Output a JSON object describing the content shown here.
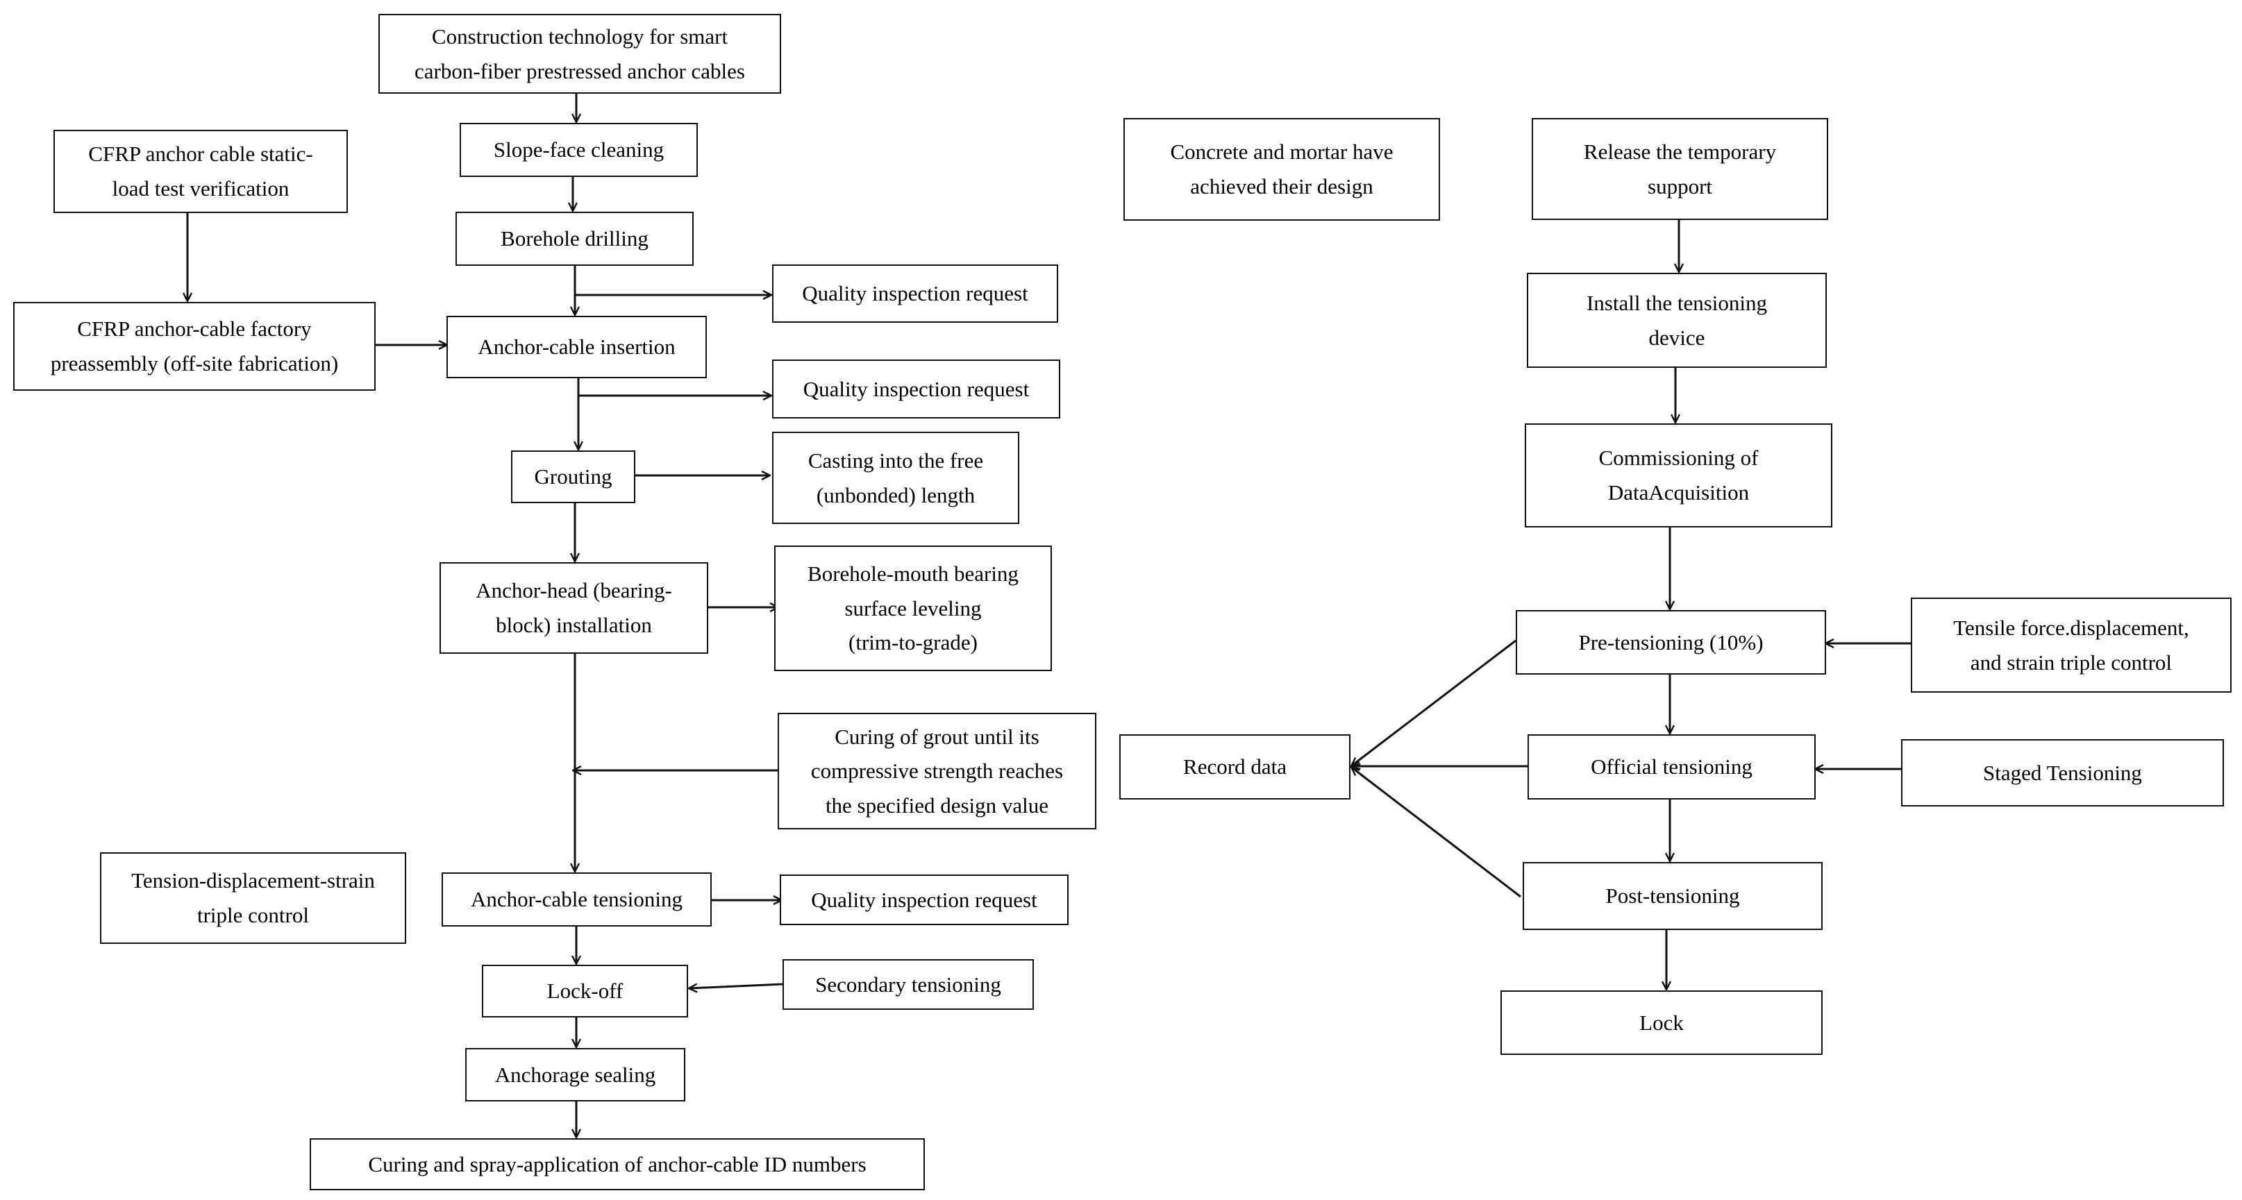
{
  "nodes": {
    "title": [
      "Construction technology for smart",
      "carbon-fiber prestressed anchor cables"
    ],
    "slope_cleaning": [
      "Slope-face cleaning"
    ],
    "borehole_drilling": [
      "Borehole drilling"
    ],
    "static_load_test": [
      "CFRP anchor cable static-",
      "load test verification"
    ],
    "factory_preassembly": [
      "CFRP anchor-cable factory",
      "preassembly (off-site fabrication)"
    ],
    "anchor_insertion": [
      "Anchor-cable insertion"
    ],
    "qi_request_1": [
      "Quality inspection request"
    ],
    "qi_request_2": [
      "Quality inspection request"
    ],
    "grouting": [
      "Grouting"
    ],
    "casting_free_length": [
      "Casting into the free",
      "(unbonded) length"
    ],
    "anchor_head_install": [
      "Anchor-head (bearing-",
      "block) installation"
    ],
    "borehole_mouth_leveling": [
      "Borehole-mouth bearing",
      "surface leveling",
      "(trim-to-grade)"
    ],
    "curing_grout": [
      "Curing of grout until its",
      "compressive strength reaches",
      "the specified design value"
    ],
    "triple_control_left": [
      "Tension-displacement-strain",
      "triple control"
    ],
    "anchor_tensioning": [
      "Anchor-cable tensioning"
    ],
    "qi_request_3": [
      "Quality inspection request"
    ],
    "lock_off": [
      "Lock-off"
    ],
    "secondary_tensioning": [
      "Secondary tensioning"
    ],
    "anchorage_sealing": [
      "Anchorage sealing"
    ],
    "curing_spray_id": [
      "Curing and spray-application of anchor-cable ID numbers"
    ],
    "concrete_mortar": [
      "Concrete and mortar have",
      "achieved their design"
    ],
    "release_support": [
      "Release the temporary",
      "support"
    ],
    "install_device": [
      "Install the tensioning",
      "device"
    ],
    "commissioning": [
      "Commissioning of",
      "DataAcquisition"
    ],
    "pre_tensioning": [
      "Pre-tensioning (10%)"
    ],
    "triple_control_right": [
      "Tensile force.displacement,",
      "and strain triple control"
    ],
    "record_data": [
      "Record data"
    ],
    "official_tensioning": [
      "Official tensioning"
    ],
    "staged_tensioning": [
      "Staged Tensioning"
    ],
    "post_tensioning": [
      "Post-tensioning"
    ],
    "lock": [
      "Lock"
    ]
  },
  "edges": [
    {
      "from": "title",
      "to": "slope_cleaning"
    },
    {
      "from": "slope_cleaning",
      "to": "borehole_drilling"
    },
    {
      "from": "borehole_drilling",
      "to": "anchor_insertion"
    },
    {
      "from": "borehole_drilling",
      "to": "qi_request_1"
    },
    {
      "from": "static_load_test",
      "to": "factory_preassembly"
    },
    {
      "from": "factory_preassembly",
      "to": "anchor_insertion"
    },
    {
      "from": "anchor_insertion",
      "to": "grouting"
    },
    {
      "from": "anchor_insertion",
      "to": "qi_request_2"
    },
    {
      "from": "grouting",
      "to": "casting_free_length"
    },
    {
      "from": "grouting",
      "to": "anchor_head_install"
    },
    {
      "from": "anchor_head_install",
      "to": "borehole_mouth_leveling"
    },
    {
      "from": "anchor_head_install",
      "to": "anchor_tensioning"
    },
    {
      "from": "curing_grout",
      "to": "anchor_head_install_tensioning_line"
    },
    {
      "from": "anchor_tensioning",
      "to": "qi_request_3"
    },
    {
      "from": "anchor_tensioning",
      "to": "lock_off"
    },
    {
      "from": "secondary_tensioning",
      "to": "lock_off"
    },
    {
      "from": "lock_off",
      "to": "anchorage_sealing"
    },
    {
      "from": "anchorage_sealing",
      "to": "curing_spray_id"
    },
    {
      "from": "release_support",
      "to": "install_device"
    },
    {
      "from": "install_device",
      "to": "commissioning"
    },
    {
      "from": "commissioning",
      "to": "pre_tensioning"
    },
    {
      "from": "triple_control_right",
      "to": "pre_tensioning"
    },
    {
      "from": "pre_tensioning",
      "to": "official_tensioning"
    },
    {
      "from": "staged_tensioning",
      "to": "official_tensioning"
    },
    {
      "from": "official_tensioning",
      "to": "post_tensioning"
    },
    {
      "from": "post_tensioning",
      "to": "lock"
    },
    {
      "from": "pre_tensioning",
      "to": "record_data"
    },
    {
      "from": "official_tensioning",
      "to": "record_data"
    },
    {
      "from": "post_tensioning",
      "to": "record_data"
    }
  ],
  "colors": {
    "stroke": "#111111",
    "text": "#000000",
    "background": "#ffffff"
  }
}
